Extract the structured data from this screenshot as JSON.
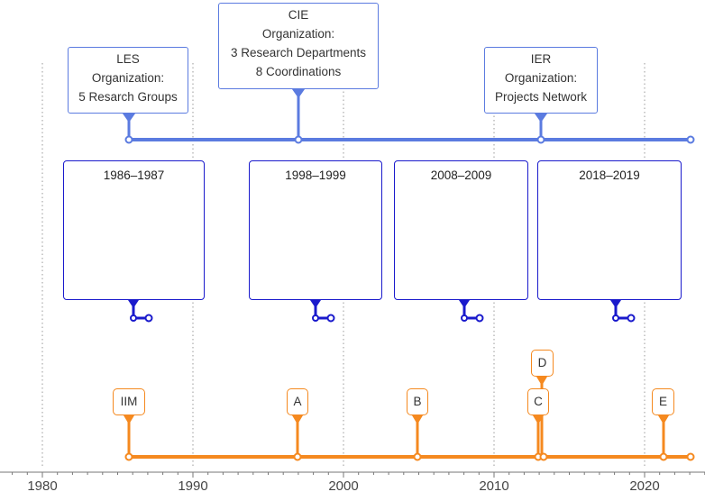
{
  "organizations": [
    {
      "id": "les",
      "lines": [
        "LES",
        "Organization:",
        "5 Resarch Groups"
      ]
    },
    {
      "id": "cie",
      "lines": [
        "CIE",
        "Organization:",
        "3 Research Departments",
        "8 Coordinations"
      ]
    },
    {
      "id": "ier",
      "lines": [
        "IER",
        "Organization:",
        "Projects Network"
      ]
    }
  ],
  "networks": [
    {
      "id": "net-1986",
      "label": "1986–1987"
    },
    {
      "id": "net-1998",
      "label": "1998–1999"
    },
    {
      "id": "net-2008",
      "label": "2008–2009"
    },
    {
      "id": "net-2018",
      "label": "2018–2019"
    }
  ],
  "events": [
    {
      "id": "iim",
      "label": "IIM"
    },
    {
      "id": "a",
      "label": "A"
    },
    {
      "id": "b",
      "label": "B"
    },
    {
      "id": "c",
      "label": "C"
    },
    {
      "id": "d",
      "label": "D"
    },
    {
      "id": "e",
      "label": "E"
    }
  ],
  "axis": {
    "tick_labels": [
      "1980",
      "1990",
      "2000",
      "2010",
      "2020"
    ]
  },
  "colors": {
    "organization_line": "#5b7be0",
    "network_panel": "#1a1acc",
    "event_line": "#f5891f",
    "grid": "#9a9a9a"
  }
}
